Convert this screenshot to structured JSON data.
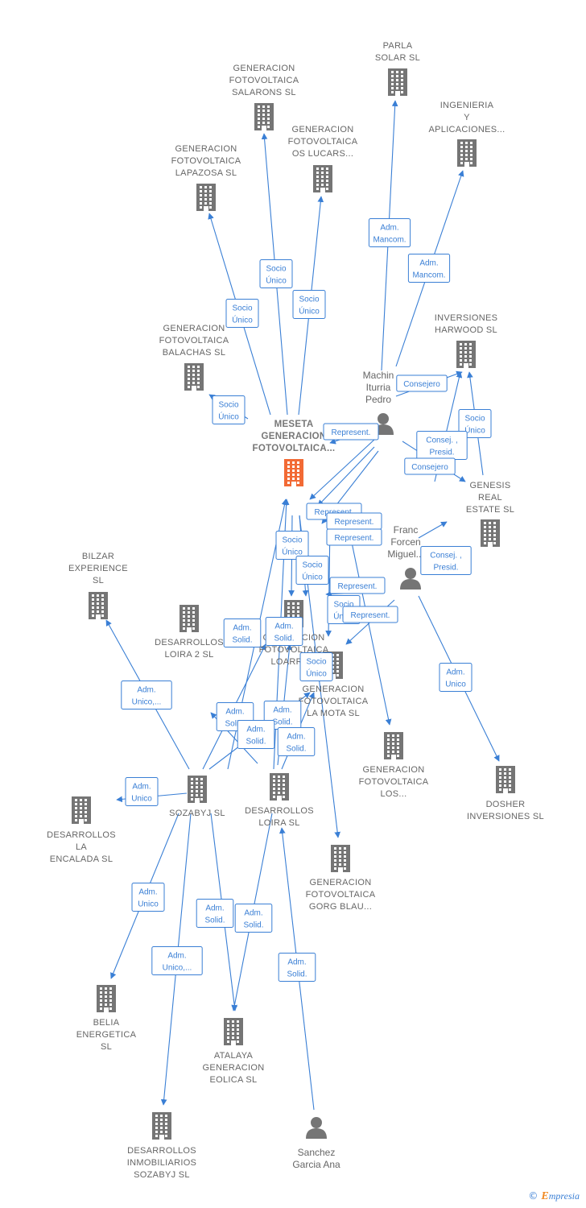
{
  "nodes": [
    {
      "id": "parla",
      "type": "company",
      "lines": [
        "PARLA",
        "SOLAR SL"
      ],
      "icon": "building-icon"
    },
    {
      "id": "salarons",
      "type": "company",
      "lines": [
        "GENERACION",
        "FOTOVOLTAICA",
        "SALARONS  SL"
      ],
      "icon": "building-icon"
    },
    {
      "id": "ingenieria",
      "type": "company",
      "lines": [
        "INGENIERIA",
        "Y",
        "APLICACIONES..."
      ],
      "icon": "building-icon"
    },
    {
      "id": "lucars",
      "type": "company",
      "lines": [
        "GENERACION",
        "FOTOVOLTAICA",
        "OS LUCARS..."
      ],
      "icon": "building-icon"
    },
    {
      "id": "lapazosa",
      "type": "company",
      "lines": [
        "GENERACION",
        "FOTOVOLTAICA",
        "LAPAZOSA  SL"
      ],
      "icon": "building-icon"
    },
    {
      "id": "harwood",
      "type": "company",
      "lines": [
        "INVERSIONES",
        "HARWOOD  SL"
      ],
      "icon": "building-icon"
    },
    {
      "id": "balachas",
      "type": "company",
      "lines": [
        "GENERACION",
        "FOTOVOLTAICA",
        "BALACHAS  SL"
      ],
      "icon": "building-icon"
    },
    {
      "id": "meseta",
      "type": "main",
      "lines": [
        "MESETA",
        "GENERACION",
        "FOTOVOLTAICA..."
      ],
      "icon": "building-icon"
    },
    {
      "id": "genesis",
      "type": "company",
      "lines": [
        "GENESIS",
        "REAL",
        "ESTATE  SL"
      ],
      "icon": "building-icon"
    },
    {
      "id": "machin",
      "type": "person",
      "lines": [
        "Machin",
        "Iturria",
        "Pedro"
      ],
      "icon": "person-icon"
    },
    {
      "id": "franc",
      "type": "person",
      "lines": [
        "Franc",
        "Forcen",
        "Miguel..."
      ],
      "icon": "person-icon"
    },
    {
      "id": "bilzar",
      "type": "company",
      "lines": [
        "BILZAR",
        "EXPERIENCE",
        "SL"
      ],
      "icon": "building-icon"
    },
    {
      "id": "loira2",
      "type": "company",
      "lines": [
        "DESARROLLOS",
        "LOIRA 2  SL"
      ],
      "icon": "building-icon"
    },
    {
      "id": "loarre",
      "type": "company",
      "lines": [
        "GENERACION",
        "FOTOVOLTAICA",
        "LOARRE..."
      ],
      "icon": "building-icon"
    },
    {
      "id": "lamota",
      "type": "company",
      "lines": [
        "GENERACION",
        "FOTOVOLTAICA",
        "LA MOTA  SL"
      ],
      "icon": "building-icon"
    },
    {
      "id": "los",
      "type": "company",
      "lines": [
        "GENERACION",
        "FOTOVOLTAICA",
        "LOS..."
      ],
      "icon": "building-icon"
    },
    {
      "id": "dosher",
      "type": "company",
      "lines": [
        "DOSHER",
        "INVERSIONES  SL"
      ],
      "icon": "building-icon"
    },
    {
      "id": "sozabyj",
      "type": "company",
      "lines": [
        "SOZABYJ SL"
      ],
      "icon": "building-icon"
    },
    {
      "id": "loira",
      "type": "company",
      "lines": [
        "DESARROLLOS",
        "LOIRA  SL"
      ],
      "icon": "building-icon"
    },
    {
      "id": "encalada",
      "type": "company",
      "lines": [
        "DESARROLLOS",
        "LA",
        "ENCALADA  SL"
      ],
      "icon": "building-icon"
    },
    {
      "id": "gorg",
      "type": "company",
      "lines": [
        "GENERACION",
        "FOTOVOLTAICA",
        "GORG BLAU..."
      ],
      "icon": "building-icon"
    },
    {
      "id": "belia",
      "type": "company",
      "lines": [
        "BELIA",
        "ENERGETICA",
        "SL"
      ],
      "icon": "building-icon"
    },
    {
      "id": "atalaya",
      "type": "company",
      "lines": [
        "ATALAYA",
        "GENERACION",
        "EOLICA  SL"
      ],
      "icon": "building-icon"
    },
    {
      "id": "inmobiliarios",
      "type": "company",
      "lines": [
        "DESARROLLOS",
        "INMOBILIARIOS",
        "SOZABYJ  SL"
      ],
      "icon": "building-icon"
    },
    {
      "id": "sanchez",
      "type": "person",
      "lines": [
        "Sanchez",
        "Garcia Ana"
      ],
      "icon": "person-icon"
    }
  ],
  "edges": [
    {
      "lines": [
        "Adm.",
        "Mancom."
      ]
    },
    {
      "lines": [
        "Adm.",
        "Mancom."
      ]
    },
    {
      "lines": [
        "Socio",
        "Único"
      ]
    },
    {
      "lines": [
        "Socio",
        "Único"
      ]
    },
    {
      "lines": [
        "Socio",
        "Único"
      ]
    },
    {
      "lines": [
        "Socio",
        "Único"
      ]
    },
    {
      "lines": [
        "Consejero"
      ]
    },
    {
      "lines": [
        "Represent."
      ]
    },
    {
      "lines": [
        "Socio",
        "Único"
      ]
    },
    {
      "lines": [
        "Consej. ,",
        "Presid."
      ]
    },
    {
      "lines": [
        "Consejero"
      ]
    },
    {
      "lines": [
        "Represent."
      ]
    },
    {
      "lines": [
        "Represent."
      ]
    },
    {
      "lines": [
        "Represent."
      ]
    },
    {
      "lines": [
        "Consej. ,",
        "Presid."
      ]
    },
    {
      "lines": [
        "Socio",
        "Único"
      ]
    },
    {
      "lines": [
        "Socio",
        "Único"
      ]
    },
    {
      "lines": [
        "Represent."
      ]
    },
    {
      "lines": [
        "Adm.",
        "Solid."
      ]
    },
    {
      "lines": [
        "Adm.",
        "Solid."
      ]
    },
    {
      "lines": [
        "Socio",
        "Único"
      ]
    },
    {
      "lines": [
        "Represent."
      ]
    },
    {
      "lines": [
        "Socio",
        "Único"
      ]
    },
    {
      "lines": [
        "Adm.",
        "Unico"
      ]
    },
    {
      "lines": [
        "Adm.",
        "Unico,..."
      ]
    },
    {
      "lines": [
        "Adm.",
        "Solid."
      ]
    },
    {
      "lines": [
        "Adm.",
        "Solid."
      ]
    },
    {
      "lines": [
        "Adm.",
        "Solid."
      ]
    },
    {
      "lines": [
        "Adm.",
        "Solid."
      ]
    },
    {
      "lines": [
        "Adm.",
        "Unico"
      ]
    },
    {
      "lines": [
        "Adm.",
        "Unico"
      ]
    },
    {
      "lines": [
        "Adm.",
        "Solid."
      ]
    },
    {
      "lines": [
        "Adm.",
        "Solid."
      ]
    },
    {
      "lines": [
        "Adm.",
        "Unico,..."
      ]
    },
    {
      "lines": [
        "Adm.",
        "Solid."
      ]
    }
  ],
  "colors": {
    "edge": "#3a7fd5",
    "building": "#757575",
    "main_building": "#f26a35",
    "person": "#757575"
  },
  "brand": {
    "copyright": "©",
    "name_first": "E",
    "name_rest": "mpresia"
  }
}
